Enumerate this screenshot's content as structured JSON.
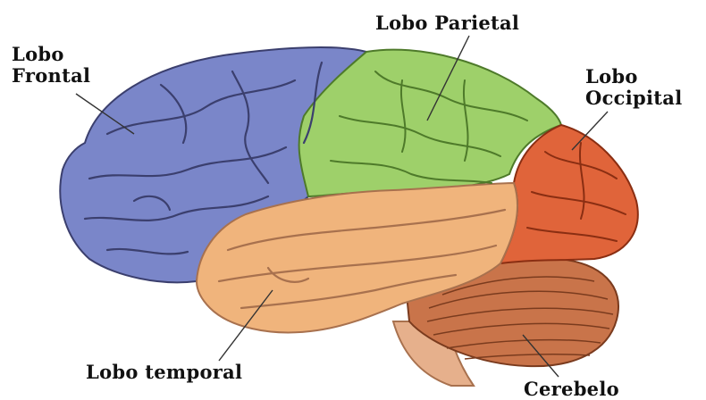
{
  "labels": {
    "frontal": "Lobo\nFrontal",
    "parietal": "Lobo Parietal",
    "occipital": "Lobo\nOccipital",
    "temporal": "Lobo temporal",
    "cerebelo": "Cerebelo"
  },
  "colors": {
    "frontal": "#7a86c9",
    "parietal": "#9ed06a",
    "occipital": "#e0643a",
    "temporal": "#f0b47c",
    "cerebelo": "#c9744a",
    "brainstem": "#e6b08c",
    "sulcus": "#3b3f6e"
  }
}
